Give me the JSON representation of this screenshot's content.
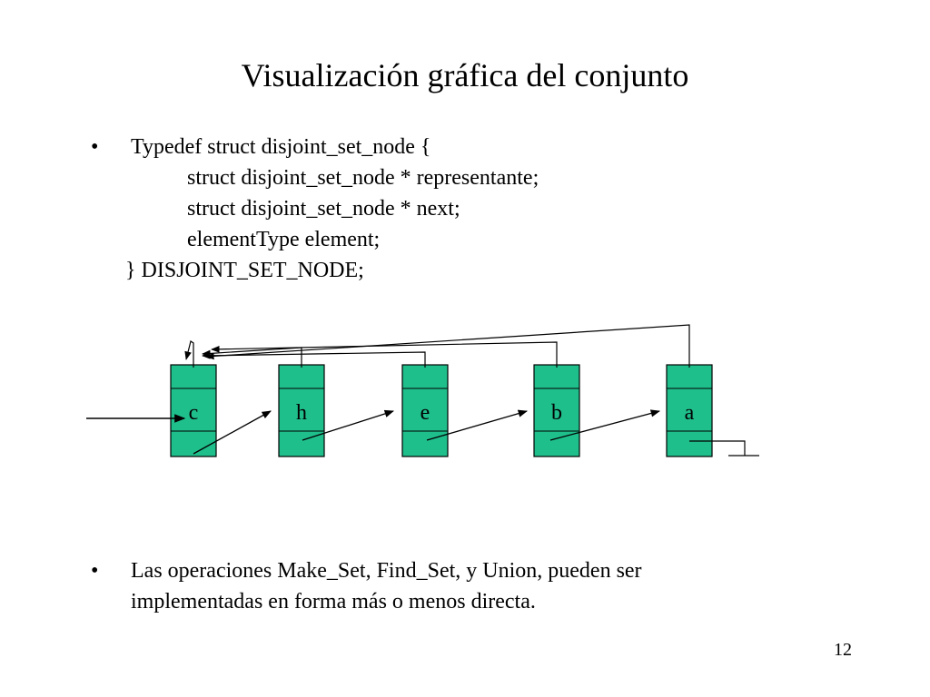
{
  "slide": {
    "title": "Visualización gráfica del conjunto",
    "bullet_symbol": "•",
    "code_lines": [
      "Typedef struct disjoint_set_node {",
      "struct disjoint_set_node * representante;",
      "struct disjoint_set_node * next;",
      "elementType element;",
      "} DISJOINT_SET_NODE;"
    ],
    "bullet2_lines": [
      "Las operaciones Make_Set, Find_Set, y Union, pueden ser",
      "implementadas en forma más o menos directa."
    ],
    "page_number": "12"
  },
  "diagram": {
    "node_color": "#1fbf8c",
    "nodes": [
      "c",
      "h",
      "e",
      "b",
      "a"
    ]
  }
}
